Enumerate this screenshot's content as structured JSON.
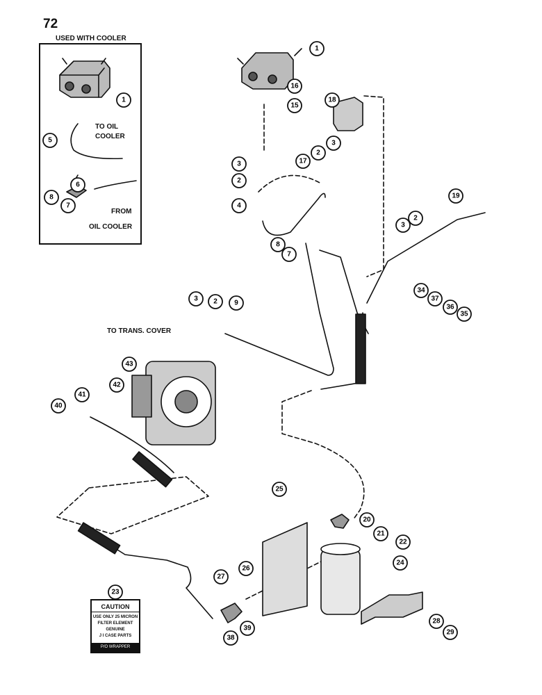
{
  "page": {
    "number": "72"
  },
  "inset": {
    "title": "USED WITH COOLER",
    "to_cooler": "TO OIL\nCOOLER",
    "from_cooler_1": "FROM",
    "from_cooler_2": "OIL COOLER"
  },
  "labels": {
    "to_trans_cover": "TO TRANS. COVER"
  },
  "caution": {
    "number": "23",
    "title": "CAUTION",
    "lines": [
      "USE ONLY 25 MICRON",
      "FILTER ELEMENT",
      "GENUINE",
      "J I CASE PARTS"
    ],
    "footer": "P/O WRAPPER"
  },
  "callouts": [
    {
      "id": "c1-inset",
      "label": "1"
    },
    {
      "id": "c5",
      "label": "5"
    },
    {
      "id": "c6",
      "label": "6"
    },
    {
      "id": "c8-inset",
      "label": "8"
    },
    {
      "id": "c7-inset",
      "label": "7"
    },
    {
      "id": "c1",
      "label": "1"
    },
    {
      "id": "c16",
      "label": "16"
    },
    {
      "id": "c15",
      "label": "15"
    },
    {
      "id": "c18",
      "label": "18"
    },
    {
      "id": "c2a",
      "label": "2"
    },
    {
      "id": "c3a",
      "label": "3"
    },
    {
      "id": "c17",
      "label": "17"
    },
    {
      "id": "c3b",
      "label": "3"
    },
    {
      "id": "c2b",
      "label": "2"
    },
    {
      "id": "c4",
      "label": "4"
    },
    {
      "id": "c8",
      "label": "8"
    },
    {
      "id": "c7",
      "label": "7"
    },
    {
      "id": "c19",
      "label": "19"
    },
    {
      "id": "c2c",
      "label": "2"
    },
    {
      "id": "c3c",
      "label": "3"
    },
    {
      "id": "c34",
      "label": "34"
    },
    {
      "id": "c37",
      "label": "37"
    },
    {
      "id": "c36",
      "label": "36"
    },
    {
      "id": "c35",
      "label": "35"
    },
    {
      "id": "c3d",
      "label": "3"
    },
    {
      "id": "c2d",
      "label": "2"
    },
    {
      "id": "c9",
      "label": "9"
    },
    {
      "id": "c43",
      "label": "43"
    },
    {
      "id": "c42",
      "label": "42"
    },
    {
      "id": "c41",
      "label": "41"
    },
    {
      "id": "c40",
      "label": "40"
    },
    {
      "id": "c25",
      "label": "25"
    },
    {
      "id": "c20",
      "label": "20"
    },
    {
      "id": "c21",
      "label": "21"
    },
    {
      "id": "c22",
      "label": "22"
    },
    {
      "id": "c24",
      "label": "24"
    },
    {
      "id": "c26",
      "label": "26"
    },
    {
      "id": "c27",
      "label": "27"
    },
    {
      "id": "c39",
      "label": "39"
    },
    {
      "id": "c38",
      "label": "38"
    },
    {
      "id": "c28",
      "label": "28"
    },
    {
      "id": "c29",
      "label": "29"
    }
  ]
}
